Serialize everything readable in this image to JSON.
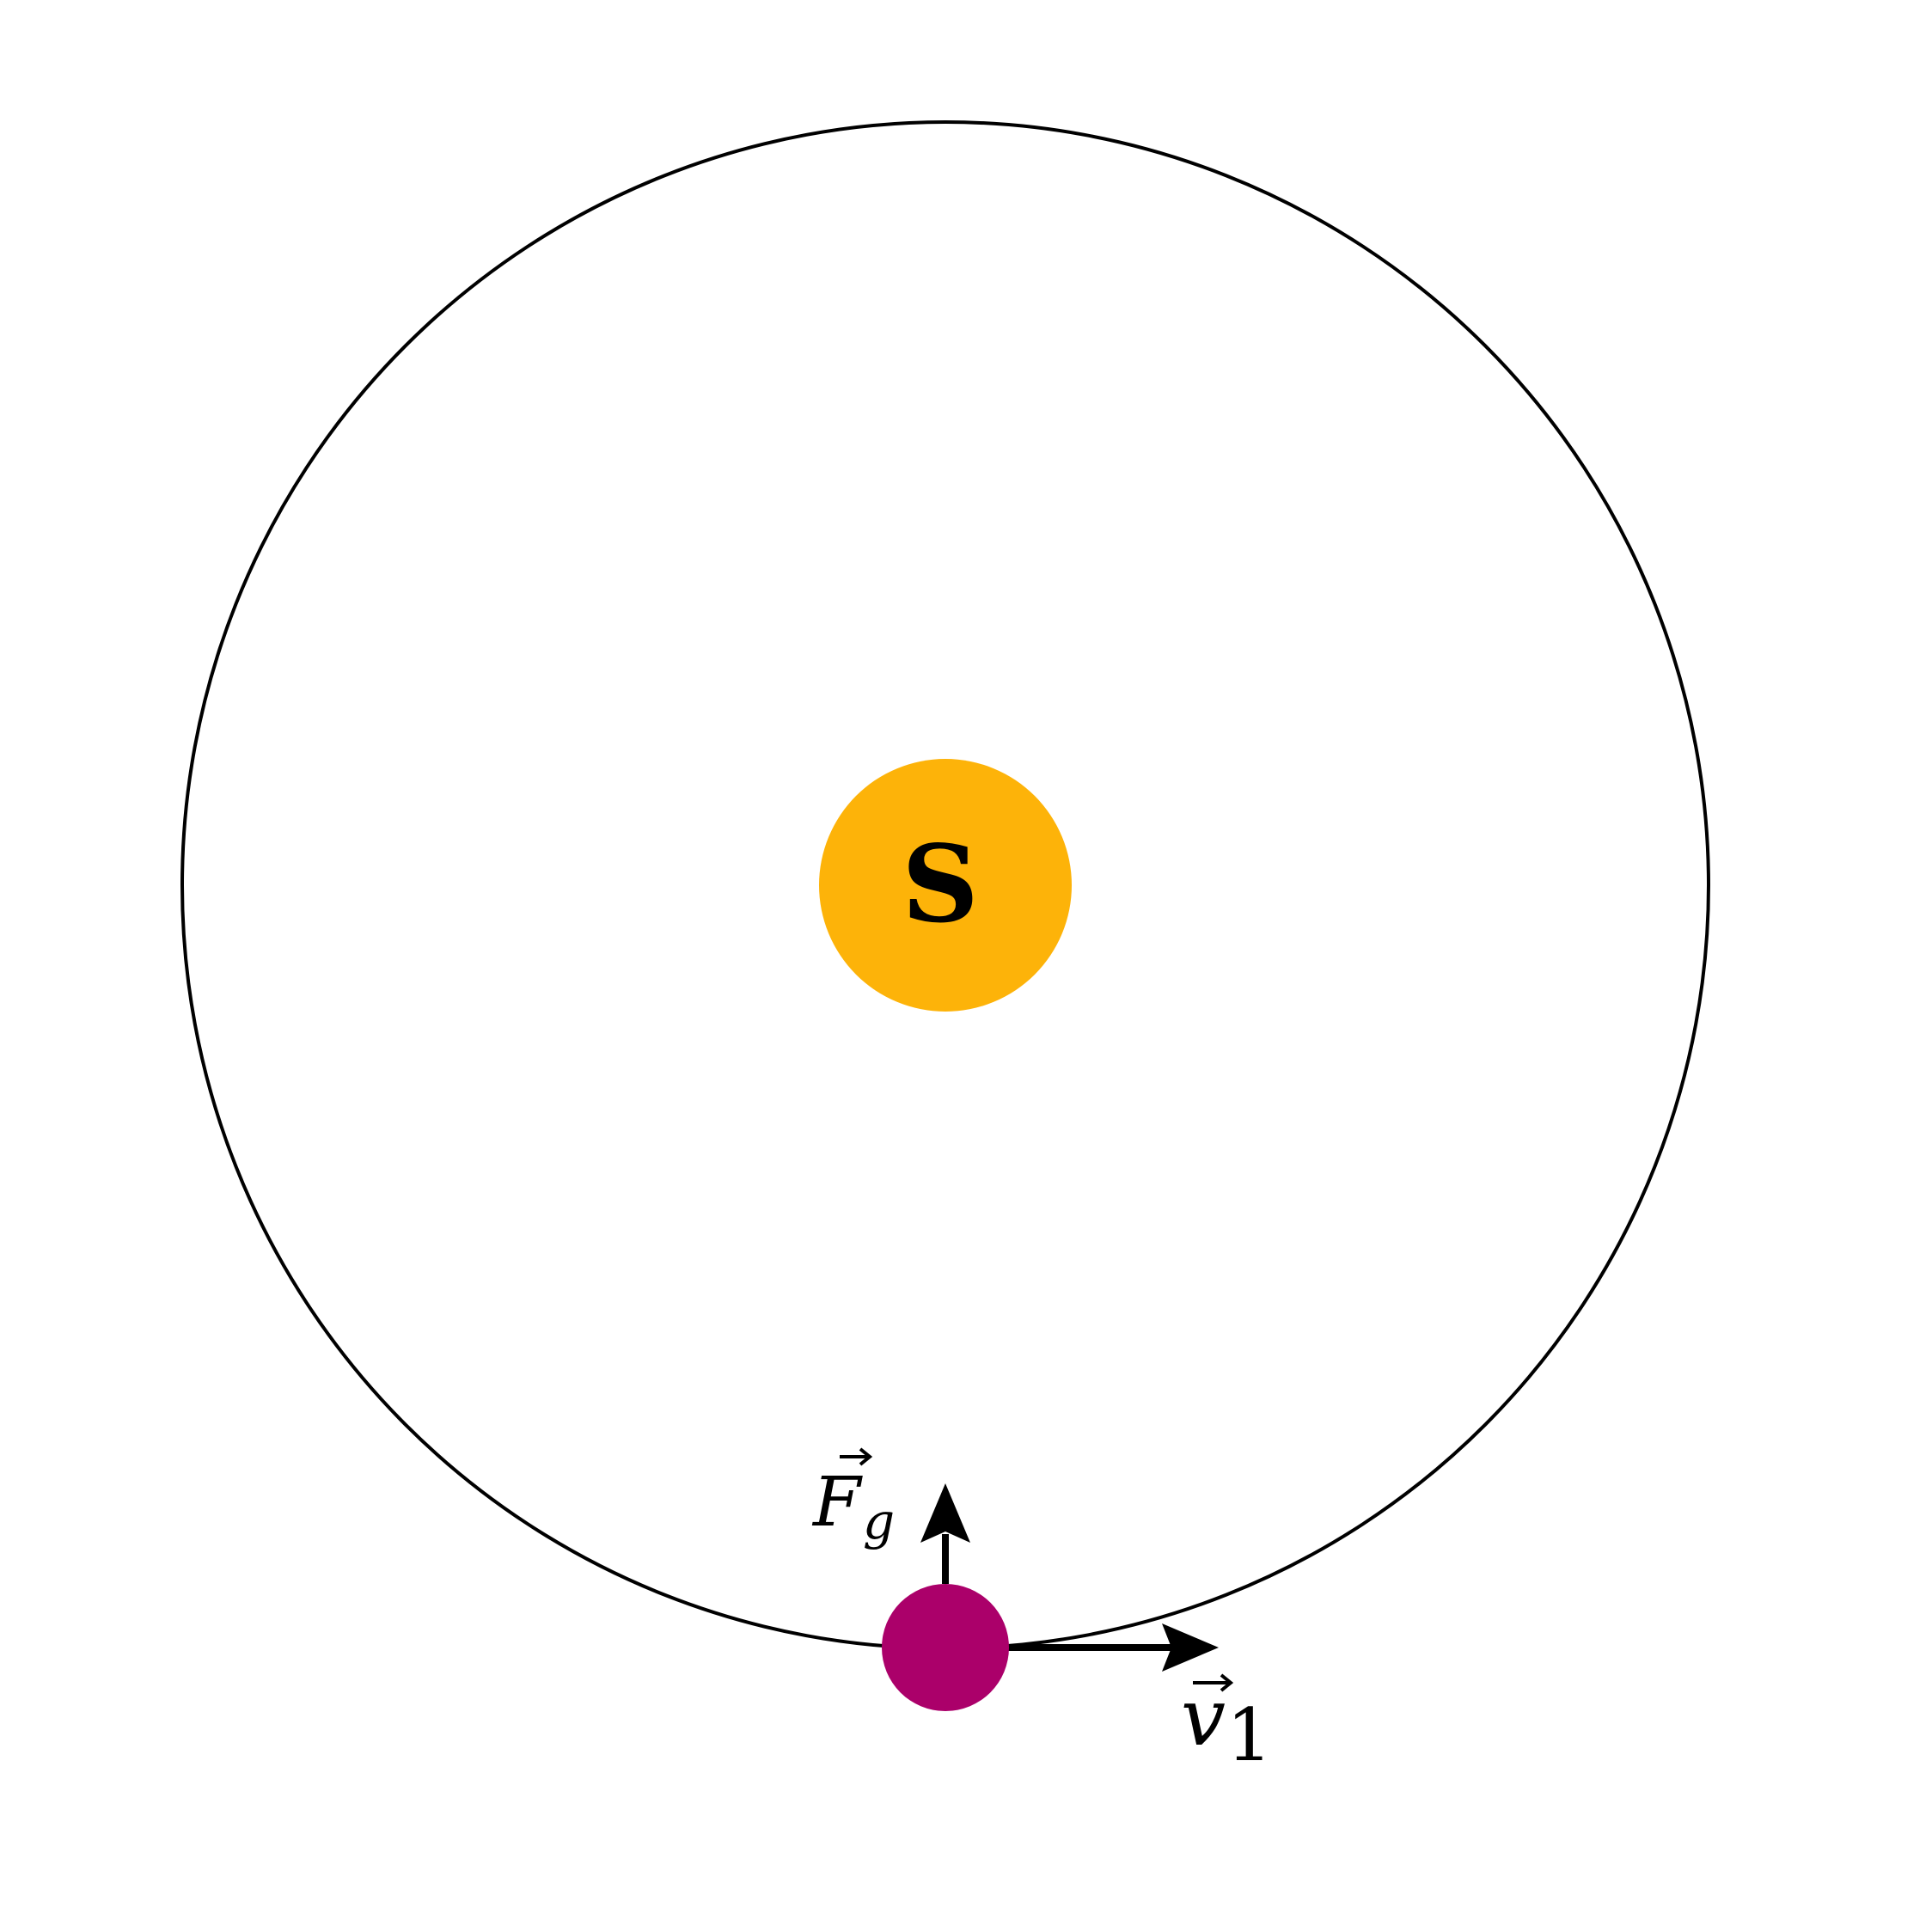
{
  "colors": {
    "background": "#ffffff",
    "orbit": "#000000",
    "sun": "#FDB309",
    "planet": "#AB006A",
    "vectors": "#000000",
    "text": "#000000"
  },
  "sun": {
    "label": "S"
  },
  "force_vector": {
    "symbol": "F",
    "subscript": "g"
  },
  "velocity_vector": {
    "symbol": "v",
    "subscript": "1"
  }
}
